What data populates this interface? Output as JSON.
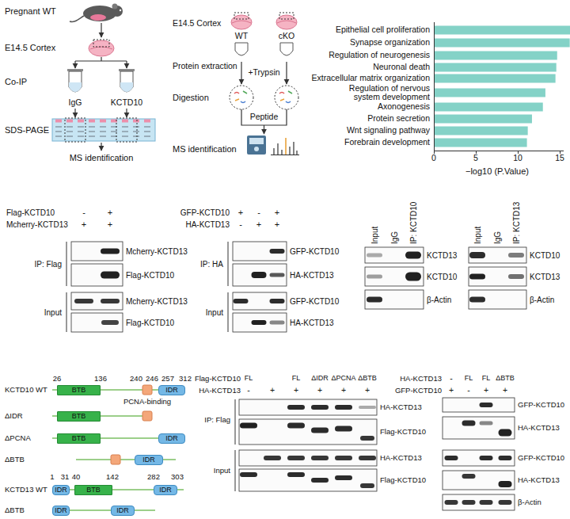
{
  "diagram": {
    "nodes": [
      {
        "text": [
          "BTB"
        ]
      },
      {
        "text": [
          "IDR"
        ]
      },
      {
        "text": [
          "BTB"
        ]
      },
      {
        "text": [
          "BTB"
        ]
      },
      {
        "text": [
          "IDR"
        ]
      },
      {
        "text": [
          "IDR"
        ]
      },
      {
        "text": [
          "IDR"
        ]
      },
      {
        "text": [
          "BTB"
        ]
      },
      {
        "text": [
          "IDR"
        ]
      },
      {
        "text": [
          "IDR"
        ]
      },
      {
        "text": [
          "IDR"
        ]
      }
    ],
    "labels": [
      "Pregnant WT",
      "E14.5 Cortex",
      "Co-IP",
      "IgG",
      "KCTD10",
      "SDS-PAGE",
      "MS identification",
      "E14.5 Cortex",
      "WT",
      "cKO",
      "Protein extraction",
      "+Trypsin",
      "Digestion",
      "Peptide",
      "MS identification",
      "Epithelial cell proliferation",
      "Synapse organization",
      "Regulation of neurogenesis",
      "Neuronal death",
      "Extracellular matrix organization",
      "Regulation of nervous system development",
      "Axonogenesis",
      "Protein secretion",
      "Wnt signaling pathway",
      "Forebrain development",
      "0",
      "5",
      "10",
      "15",
      "−log10 (P.Value)",
      "Flag-KCTD10",
      "-",
      "+",
      "Mcherry-KCTD13",
      "+",
      "+",
      "IP: Flag",
      "Mcherry-KCTD13",
      "Flag-KCTD10",
      "Input",
      "Mcherry-KCTD13",
      "Flag-KCTD10",
      "GFP-KCTD10",
      "+",
      "-",
      "+",
      "HA-KCTD13",
      "-",
      "+",
      "+",
      "IP: HA",
      "GFP-KCTD10",
      "HA-KCTD13",
      "Input",
      "GFP-KCTD10",
      "HA-KCTD13",
      "Input",
      "IgG",
      "IP: KCTD10",
      "KCTD13",
      "KCTD10",
      "β-Actin",
      "Input",
      "IgG",
      "IP: KCTD13",
      "KCTD10",
      "KCTD13",
      "β-Actin",
      "KCTD10 WT",
      "26",
      "136",
      "240",
      "246",
      "257",
      "312",
      "PCNA-binding",
      "ΔIDR",
      "ΔPCNA",
      "ΔBTB",
      "1",
      "31",
      "40",
      "142",
      "282",
      "303",
      "KCTD13 WT",
      "ΔBTB",
      "Flag-KCTD10",
      "FL",
      "FL",
      "ΔIDR",
      "ΔPCNA",
      "ΔBTB",
      "HA-KCTD13",
      "-",
      "+",
      "+",
      "+",
      "+",
      "+",
      "IP: Flag",
      "HA-KCTD13",
      "Flag-KCTD10",
      "Input",
      "HA-KCTD13",
      "Flag-KCTD10",
      "HA-KCTD13",
      "-",
      "FL",
      "FL",
      "ΔBTB",
      "GFP-KCTD10",
      "+",
      "-",
      "+",
      "+",
      "GFP-KCTD10",
      "HA-KCTD13",
      "GFP-KCTD10",
      "HA-KCTD13",
      "β-Actin"
    ]
  }
}
